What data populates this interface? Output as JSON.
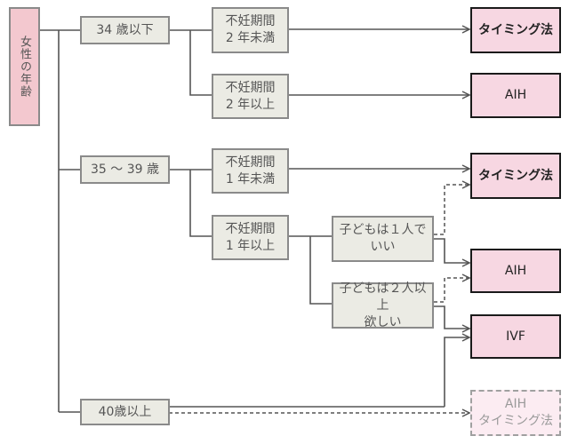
{
  "root": {
    "label": "女性の年齢"
  },
  "age_groups": [
    {
      "label": "34 歳以下"
    },
    {
      "label": "35 〜 39 歳"
    },
    {
      "label": "40歳以上"
    }
  ],
  "infertility": [
    {
      "label": "不妊期間\n2 年未満"
    },
    {
      "label": "不妊期間\n2 年以上"
    },
    {
      "label": "不妊期間\n1 年未満"
    },
    {
      "label": "不妊期間\n1 年以上"
    }
  ],
  "children_wish": [
    {
      "label": "子どもは１人で\nいい"
    },
    {
      "label": "子どもは２人以上\n欲しい"
    }
  ],
  "treatments": [
    {
      "label": "タイミング法"
    },
    {
      "label": "AIH"
    },
    {
      "label": "タイミング法"
    },
    {
      "label": "AIH"
    },
    {
      "label": "IVF"
    },
    {
      "label": "AIH\nタイミング法"
    }
  ],
  "colors": {
    "line": "#555555",
    "root_fill": "#f3c8cf",
    "node_fill": "#ebebe4",
    "result_fill": "#f7d7e2"
  }
}
